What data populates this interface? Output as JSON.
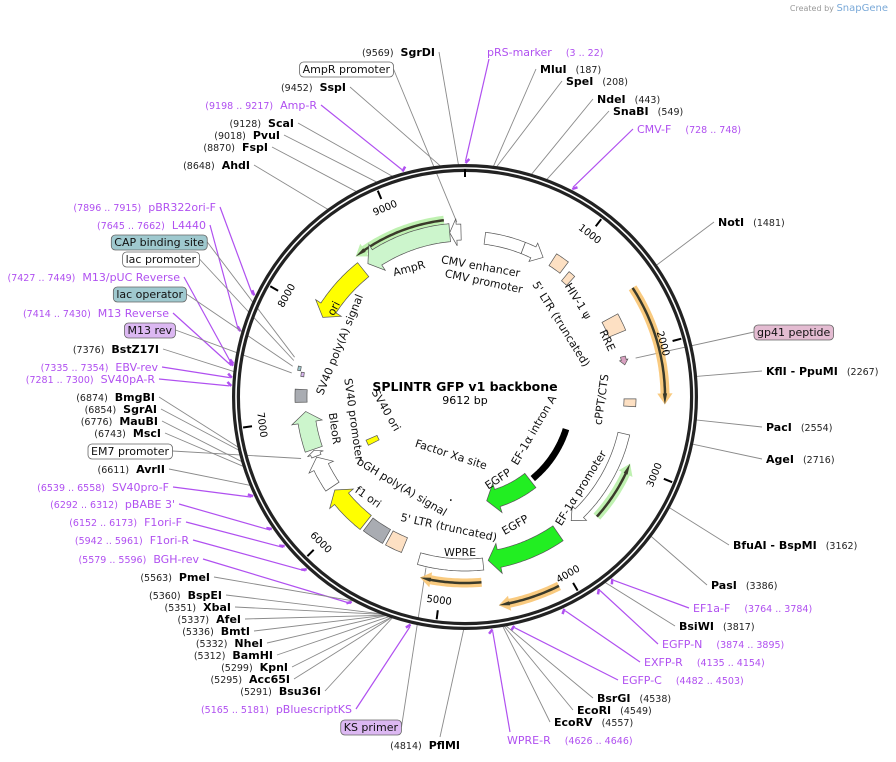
{
  "credit": {
    "prefix": "Created by",
    "brand": "SnapGene"
  },
  "map": {
    "title": "SPLINTR GFP v1 backbone",
    "length_label": "9612 bp",
    "total_bp": 9612,
    "ticks": [
      "1000",
      "2000",
      "3000",
      "4000",
      "5000",
      "6000",
      "7000",
      "8000",
      "9000"
    ]
  },
  "colors": {
    "ring": "#222222",
    "enzyme_line": "#8a8a8a",
    "primer": "#b050f0",
    "light_green": "#ccf5cc",
    "green": "#22ee22",
    "yellow": "#ffff00",
    "peach": "#fde0c3",
    "gray": "#a9acb2",
    "white": "#ffffff",
    "orf_orange": "#f8c471",
    "orf_green": "#b8f0a8",
    "teal": "#9fc9cf",
    "purple_box": "#dcb8f2",
    "pink": "#d8a0c0"
  },
  "features": [
    {
      "label": "AmpR",
      "start": 8650,
      "end": 9470,
      "dir": -1,
      "color": "#ccf5cc"
    },
    {
      "label": "",
      "start": 9470,
      "end": 9575,
      "dir": -1,
      "color": "#ffffff"
    },
    {
      "label": "CMV enhancer",
      "start": 190,
      "end": 570,
      "dir": 0,
      "color": "#ffffff"
    },
    {
      "label": "CMV promoter",
      "start": 570,
      "end": 780,
      "dir": 1,
      "color": "#ffffff"
    },
    {
      "label": "5' LTR (truncated)",
      "start": 870,
      "end": 1000,
      "dir": 0,
      "color": "#fde0c3"
    },
    {
      "label": "HIV-1 ψ",
      "start": 1060,
      "end": 1130,
      "dir": 0,
      "color": "#fde0c3"
    },
    {
      "label": "RRE",
      "start": 1640,
      "end": 1800,
      "dir": 0,
      "color": "#fde0c3"
    },
    {
      "label": "",
      "start": 2020,
      "end": 2100,
      "dir": 1,
      "color": "#d8a0c0"
    },
    {
      "label": "cPPT/CTS",
      "start": 2420,
      "end": 2490,
      "dir": 0,
      "color": "#fde0c3"
    },
    {
      "label": "EF-1α promoter",
      "start": 2750,
      "end": 3720,
      "dir": 1,
      "color": "#ffffff"
    },
    {
      "label": "EGFP",
      "start": 3890,
      "end": 4590,
      "dir": 1,
      "color": "#22ee22"
    },
    {
      "label": "WPRE",
      "start": 4640,
      "end": 5230,
      "dir": 0,
      "color": "#ffffff"
    },
    {
      "label": "5' LTR (truncated)",
      "start": 5400,
      "end": 5560,
      "dir": 0,
      "color": "#fde0c3"
    },
    {
      "label": "bGH poly(A) signal",
      "start": 5590,
      "end": 5800,
      "dir": 0,
      "color": "#a9acb2"
    },
    {
      "label": "f1 ori",
      "start": 5830,
      "end": 6260,
      "dir": 1,
      "color": "#ffff00"
    },
    {
      "label": "SV40 promoter",
      "start": 6300,
      "end": 6620,
      "dir": 1,
      "color": "#ffffff"
    },
    {
      "label": "",
      "start": 6630,
      "end": 6690,
      "dir": 1,
      "color": "#ffffff"
    },
    {
      "label": "BleoR",
      "start": 6700,
      "end": 7070,
      "dir": 1,
      "color": "#ccf5cc"
    },
    {
      "label": "SV40 poly(A) signal",
      "start": 7160,
      "end": 7280,
      "dir": 0,
      "color": "#a9acb2"
    },
    {
      "label": "",
      "start": 7400,
      "end": 7440,
      "dir": 0,
      "color": "#dcb8f2"
    },
    {
      "label": "",
      "start": 7450,
      "end": 7490,
      "dir": 0,
      "color": "#9fc9cf"
    },
    {
      "label": "ori",
      "start": 7990,
      "end": 8580,
      "dir": -1,
      "color": "#ffff00"
    },
    {
      "label": "SV40 ori",
      "start": 6500,
      "end": 6580,
      "dir": 0,
      "color": "#ffff00"
    },
    {
      "label": "EF-1α intron A",
      "start": 2880,
      "end": 3740,
      "dir": 0,
      "color": "#000000"
    },
    {
      "label": "EGFP",
      "start": 3790,
      "end": 4490,
      "dir": 1,
      "color": "#22ee22"
    },
    {
      "label": "Factor Xa site",
      "start": 5010,
      "end": 5020,
      "dir": 0,
      "color": "#000000"
    }
  ],
  "orfs": [
    {
      "start": 8600,
      "end": 9430,
      "dir": -1,
      "color": "#b8f0a8"
    },
    {
      "start": 1520,
      "end": 2460,
      "dir": 1,
      "color": "#f8c471"
    },
    {
      "start": 2990,
      "end": 3530,
      "dir": -1,
      "color": "#b8f0a8"
    },
    {
      "start": 4100,
      "end": 4560,
      "dir": 1,
      "color": "#f8c471"
    },
    {
      "start": 4670,
      "end": 5180,
      "dir": 1,
      "color": "#f8c471"
    }
  ],
  "labels": [
    {
      "kind": "enzyme",
      "name": "SgrDI",
      "loc": "(9569)"
    },
    {
      "kind": "feature",
      "name": "AmpR promoter",
      "box": "#ffffff"
    },
    {
      "kind": "enzyme",
      "name": "SspI",
      "loc": "(9452)"
    },
    {
      "kind": "primer",
      "name": "Amp-R",
      "loc": "(9198 .. 9217)"
    },
    {
      "kind": "enzyme",
      "name": "ScaI",
      "loc": "(9128)"
    },
    {
      "kind": "enzyme",
      "name": "PvuI",
      "loc": "(9018)"
    },
    {
      "kind": "enzyme",
      "name": "FspI",
      "loc": "(8870)"
    },
    {
      "kind": "enzyme",
      "name": "AhdI",
      "loc": "(8648)"
    },
    {
      "kind": "primer",
      "name": "pBR322ori-F",
      "loc": "(7896 .. 7915)"
    },
    {
      "kind": "primer",
      "name": "L4440",
      "loc": "(7645 .. 7662)"
    },
    {
      "kind": "feature",
      "name": "CAP binding site",
      "box": "#9fc9cf"
    },
    {
      "kind": "feature",
      "name": "lac promoter",
      "box": "#ffffff"
    },
    {
      "kind": "primer",
      "name": "M13/pUC Reverse",
      "loc": "(7427 .. 7449)"
    },
    {
      "kind": "feature",
      "name": "lac operator",
      "box": "#9fc9cf"
    },
    {
      "kind": "primer",
      "name": "M13 Reverse",
      "loc": "(7414 .. 7430)"
    },
    {
      "kind": "feature",
      "name": "M13 rev",
      "box": "#dcb8f2"
    },
    {
      "kind": "enzyme",
      "name": "BstZ17I",
      "loc": "(7376)"
    },
    {
      "kind": "primer",
      "name": "EBV-rev",
      "loc": "(7335 .. 7354)"
    },
    {
      "kind": "primer",
      "name": "SV40pA-R",
      "loc": "(7281 .. 7300)"
    },
    {
      "kind": "enzyme",
      "name": "BmgBI",
      "loc": "(6874)"
    },
    {
      "kind": "enzyme",
      "name": "SgrAI",
      "loc": "(6854)"
    },
    {
      "kind": "enzyme",
      "name": "MauBI",
      "loc": "(6776)"
    },
    {
      "kind": "enzyme",
      "name": "MscI",
      "loc": "(6743)"
    },
    {
      "kind": "feature",
      "name": "EM7 promoter",
      "box": "#ffffff"
    },
    {
      "kind": "enzyme",
      "name": "AvrII",
      "loc": "(6611)"
    },
    {
      "kind": "primer",
      "name": "SV40pro-F",
      "loc": "(6539 .. 6558)"
    },
    {
      "kind": "primer",
      "name": "pBABE 3'",
      "loc": "(6292 .. 6312)"
    },
    {
      "kind": "primer",
      "name": "F1ori-F",
      "loc": "(6152 .. 6173)"
    },
    {
      "kind": "primer",
      "name": "F1ori-R",
      "loc": "(5942 .. 5961)"
    },
    {
      "kind": "primer",
      "name": "BGH-rev",
      "loc": "(5579 .. 5596)"
    },
    {
      "kind": "enzyme",
      "name": "PmeI",
      "loc": "(5563)"
    },
    {
      "kind": "enzyme",
      "name": "BspEI",
      "loc": "(5360)"
    },
    {
      "kind": "enzyme",
      "name": "XbaI",
      "loc": "(5351)"
    },
    {
      "kind": "enzyme",
      "name": "AfeI",
      "loc": "(5337)"
    },
    {
      "kind": "enzyme",
      "name": "BmtI",
      "loc": "(5336)"
    },
    {
      "kind": "enzyme",
      "name": "NheI",
      "loc": "(5332)"
    },
    {
      "kind": "enzyme",
      "name": "BamHI",
      "loc": "(5312)"
    },
    {
      "kind": "enzyme",
      "name": "KpnI",
      "loc": "(5299)"
    },
    {
      "kind": "enzyme",
      "name": "Acc65I",
      "loc": "(5295)"
    },
    {
      "kind": "enzyme",
      "name": "Bsu36I",
      "loc": "(5291)"
    },
    {
      "kind": "primer",
      "name": "pBluescriptKS",
      "loc": "(5165 .. 5181)"
    },
    {
      "kind": "feature",
      "name": "KS primer",
      "box": "#dcb8f2"
    },
    {
      "kind": "enzyme",
      "name": "PflMI",
      "loc": "(4814)"
    },
    {
      "kind": "primer",
      "name": "pRS-marker",
      "loc": "(3 .. 22)"
    },
    {
      "kind": "enzyme",
      "name": "MluI",
      "loc": "(187)"
    },
    {
      "kind": "enzyme",
      "name": "SpeI",
      "loc": "(208)"
    },
    {
      "kind": "enzyme",
      "name": "NdeI",
      "loc": "(443)"
    },
    {
      "kind": "enzyme",
      "name": "SnaBI",
      "loc": "(549)"
    },
    {
      "kind": "primer",
      "name": "CMV-F",
      "loc": "(728 .. 748)"
    },
    {
      "kind": "enzyme",
      "name": "NotI",
      "loc": "(1481)"
    },
    {
      "kind": "feature",
      "name": "gp41 peptide",
      "box": "#e4bcd2"
    },
    {
      "kind": "enzyme",
      "name": "KflI - PpuMI",
      "loc": "(2267)"
    },
    {
      "kind": "enzyme",
      "name": "PacI",
      "loc": "(2554)"
    },
    {
      "kind": "enzyme",
      "name": "AgeI",
      "loc": "(2716)"
    },
    {
      "kind": "enzyme",
      "name": "BfuAI - BspMI",
      "loc": "(3162)"
    },
    {
      "kind": "enzyme",
      "name": "PasI",
      "loc": "(3386)"
    },
    {
      "kind": "primer",
      "name": "EF1a-F",
      "loc": "(3764 .. 3784)"
    },
    {
      "kind": "enzyme",
      "name": "BsiWI",
      "loc": "(3817)"
    },
    {
      "kind": "primer",
      "name": "EGFP-N",
      "loc": "(3874 .. 3895)"
    },
    {
      "kind": "primer",
      "name": "EXFP-R",
      "loc": "(4135 .. 4154)"
    },
    {
      "kind": "primer",
      "name": "EGFP-C",
      "loc": "(4482 .. 4503)"
    },
    {
      "kind": "enzyme",
      "name": "BsrGI",
      "loc": "(4538)"
    },
    {
      "kind": "enzyme",
      "name": "EcoRI",
      "loc": "(4549)"
    },
    {
      "kind": "enzyme",
      "name": "EcoRV",
      "loc": "(4557)"
    },
    {
      "kind": "primer",
      "name": "WPRE-R",
      "loc": "(4626 .. 4646)"
    }
  ]
}
